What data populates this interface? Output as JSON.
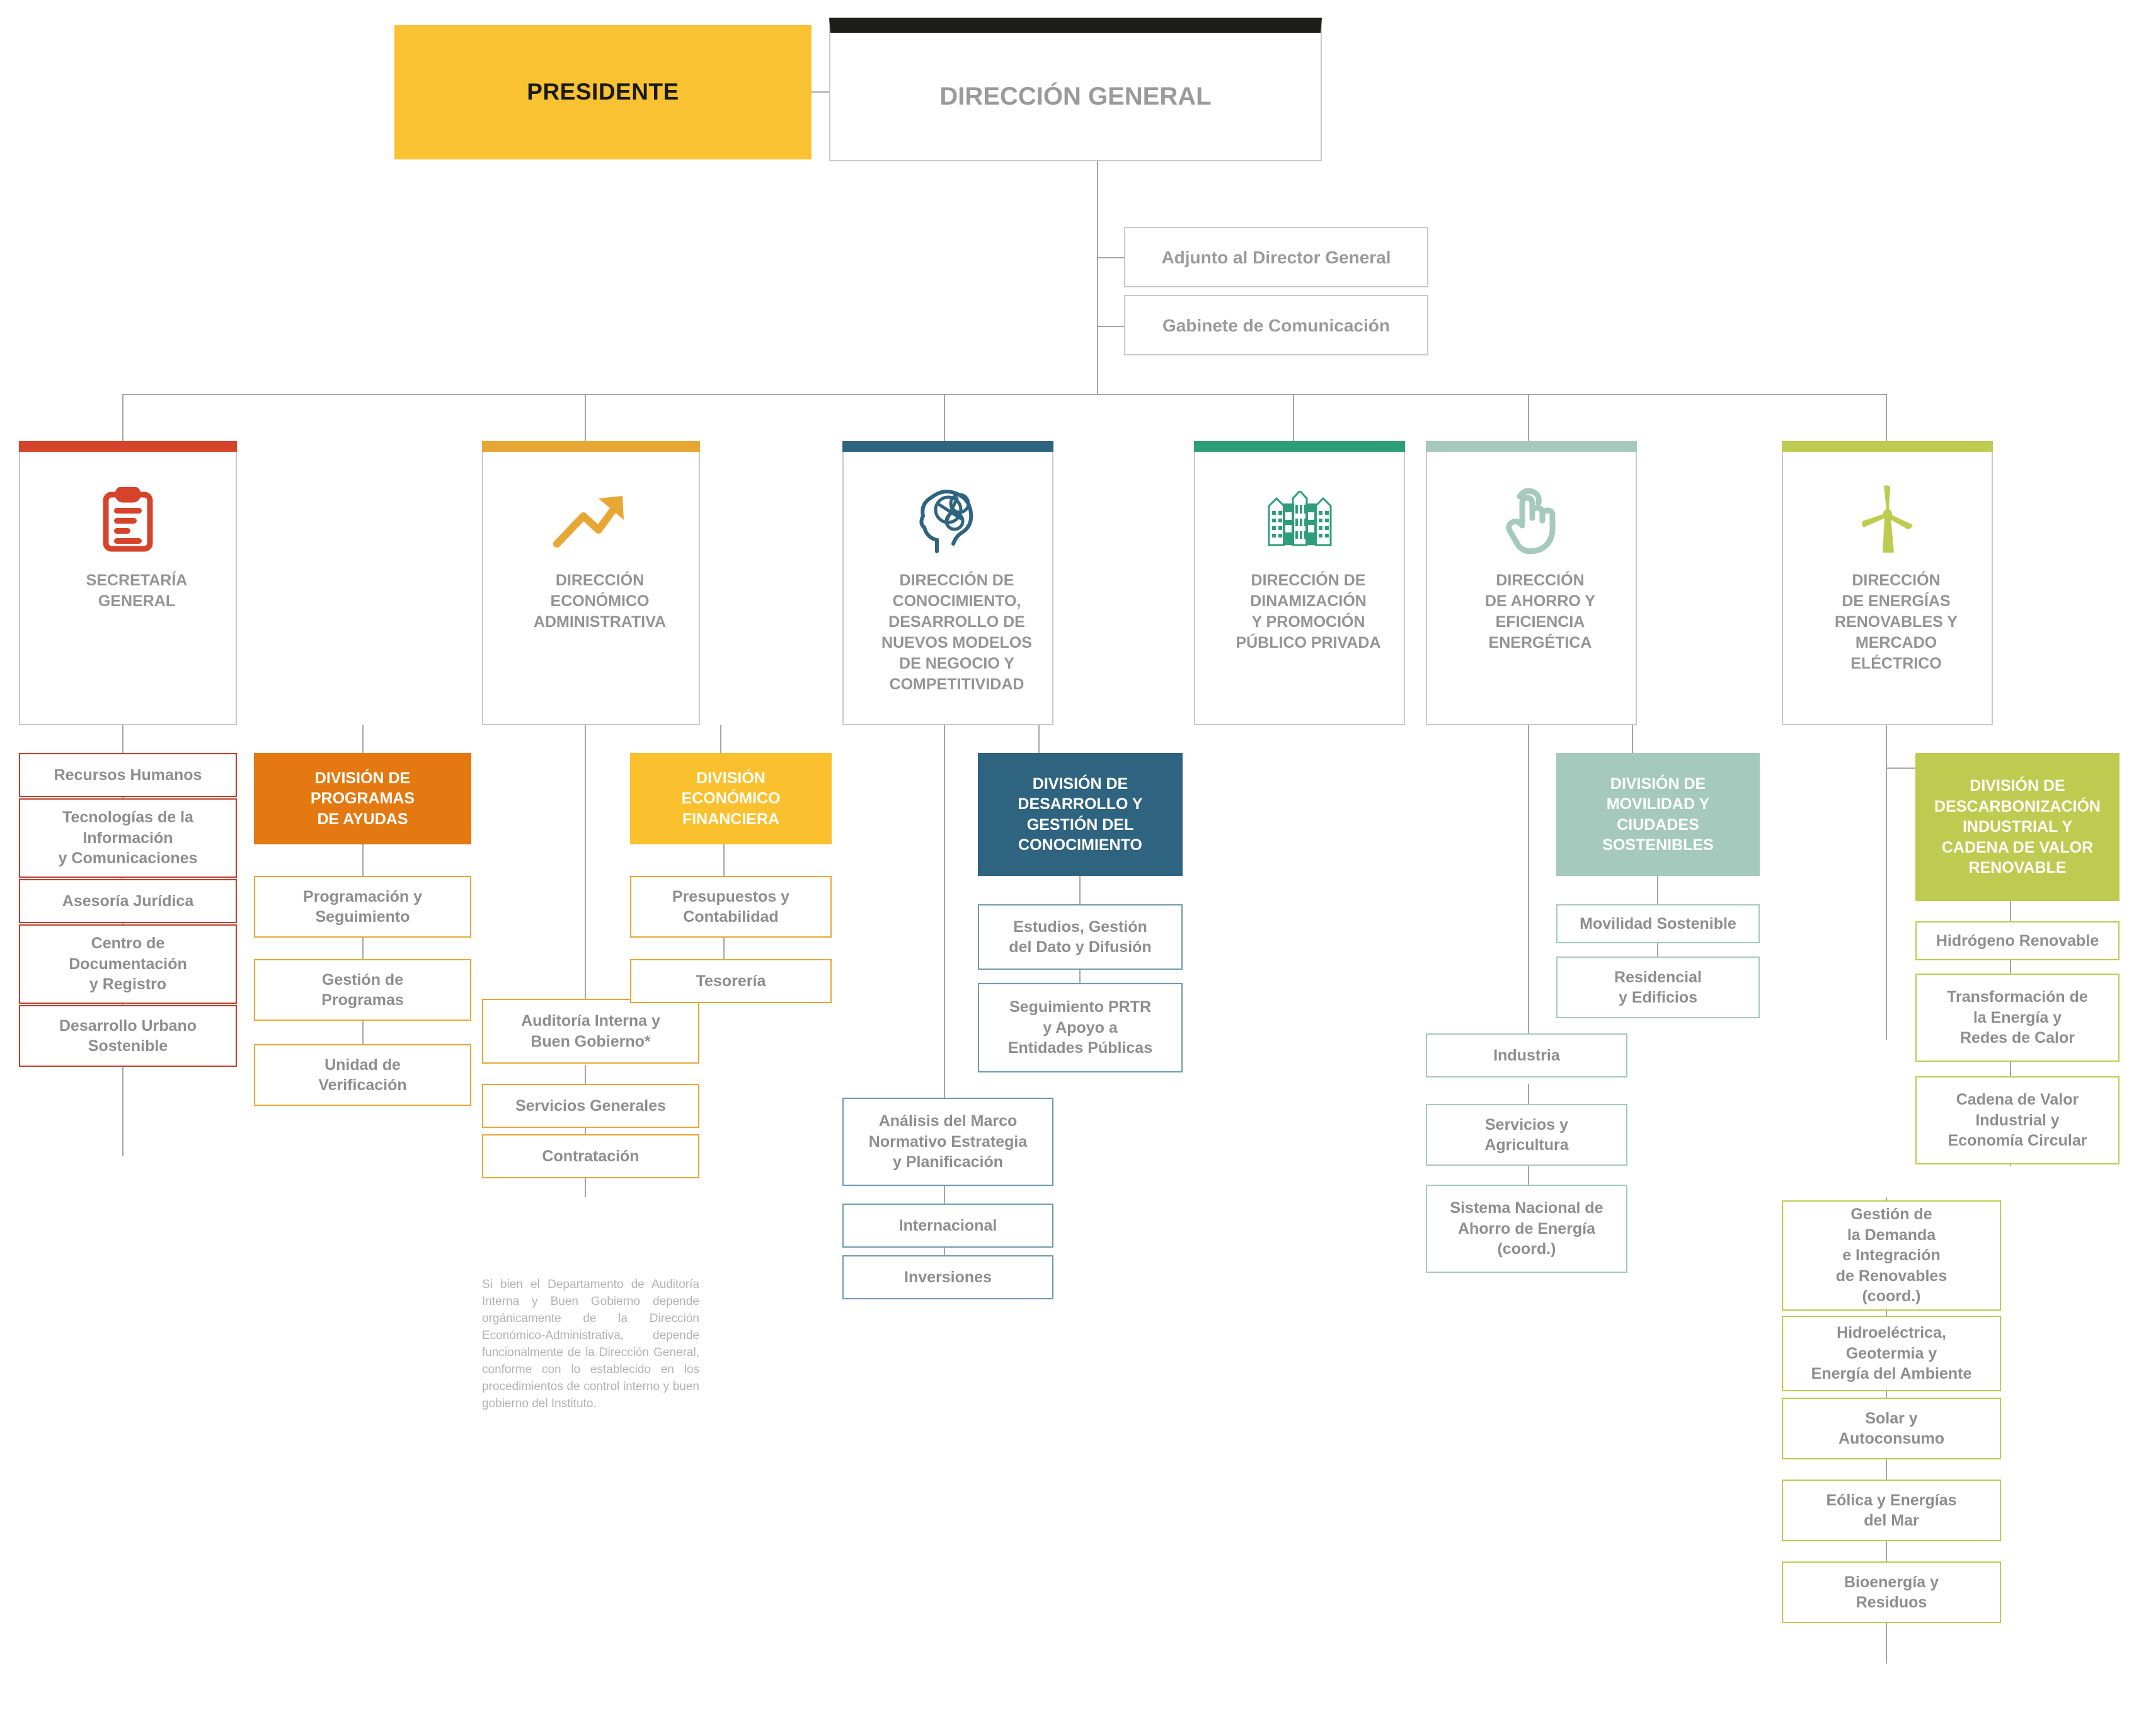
{
  "top": {
    "presidente": "PRESIDENTE",
    "direccion_general": "DIRECCIÓN GENERAL",
    "staff": [
      "Adjunto al Director General",
      "Gabinete de Comunicación"
    ]
  },
  "colors": {
    "presidente_bg": "#F9C232",
    "direccion_general_bar": "#1d1d1b",
    "secretaria_general": "#D6432B",
    "economico_administrativa": "#E8A735",
    "conocimiento": "#2F6480",
    "dinamizacion": "#2E9E79",
    "ahorro_eficiencia": "#A5C9BD",
    "energias_renovables": "#BDCC51",
    "division_ayudas": "#E47911",
    "division_economico_financiera": "#FBC02D",
    "division_conocimiento": "#2F6480",
    "division_movilidad": "#A5C9BD",
    "division_descarbonizacion": "#BDCC51",
    "connector": "#a6a6a6",
    "text_gray": "#8e8e8e"
  },
  "columns": [
    {
      "id": "secretaria-general",
      "title": "SECRETARÍA\nGENERAL",
      "icon": "clipboard-icon",
      "accent": "#D6432B",
      "children": [
        "Recursos Humanos",
        "Tecnologías de la\nInformación\ny Comunicaciones",
        "Asesoría Jurídica",
        "Centro de\nDocumentación\ny Registro",
        "Desarrollo Urbano\nSostenible"
      ]
    },
    {
      "id": "direccion-economico-administrativa",
      "title": "DIRECCIÓN\nECONÓMICO\nADMINISTRATIVA",
      "icon": "growth-arrow-icon",
      "accent": "#E8A735",
      "children": [
        "Auditoría Interna y\nBuen Gobierno*",
        "Servicios Generales",
        "Contratación"
      ]
    },
    {
      "id": "direccion-conocimiento",
      "title": "DIRECCIÓN DE\nCONOCIMIENTO,\nDESARROLLO DE\nNUEVOS MODELOS\nDE NEGOCIO Y\nCOMPETITIVIDAD",
      "icon": "brain-head-icon",
      "accent": "#2F6480",
      "children": [
        "Análisis del Marco\nNormativo Estrategia\ny Planificación",
        "Internacional",
        "Inversiones"
      ]
    },
    {
      "id": "direccion-dinamizacion",
      "title": "DIRECCIÓN DE\nDINAMIZACIÓN\nY PROMOCIÓN\nPÚBLICO PRIVADA",
      "icon": "buildings-icon",
      "accent": "#2E9E79",
      "children": []
    },
    {
      "id": "direccion-ahorro-eficiencia",
      "title": "DIRECCIÓN\nDE AHORRO Y\nEFICIENCIA\nENERGÉTICA",
      "icon": "hand-click-icon",
      "accent": "#A5C9BD",
      "children": [
        "Industria",
        "Servicios y\nAgricultura",
        "Sistema Nacional de\nAhorro de Energía\n(coord.)"
      ]
    },
    {
      "id": "direccion-energias-renovables",
      "title": "DIRECCIÓN\nDE ENERGÍAS\nRENOVABLES Y\nMERCADO\nELÉCTRICO",
      "icon": "wind-turbine-icon",
      "accent": "#BDCC51",
      "children": [
        "Gestión de\nla Demanda\ne Integración\nde Renovables\n(coord.)",
        "Hidroeléctrica,\nGeotermia y\nEnergía del Ambiente",
        "Solar y\nAutoconsumo",
        "Eólica y Energías\ndel Mar",
        "Bioenergía y\nResiduos"
      ]
    }
  ],
  "divisions": [
    {
      "id": "division-programas-ayudas",
      "title": "DIVISIÓN DE\nPROGRAMAS\nDE AYUDAS",
      "bg": "#E47911",
      "border": "#E8A735",
      "children": [
        "Programación y\nSeguimiento",
        "Gestión de\nProgramas",
        "Unidad de\nVerificación"
      ]
    },
    {
      "id": "division-economico-financiera",
      "title": "DIVISIÓN\nECONÓMICO\nFINANCIERA",
      "bg": "#FBC02D",
      "border": "#E8A735",
      "children": [
        "Presupuestos y\nContabilidad",
        "Tesorería"
      ]
    },
    {
      "id": "division-desarrollo-gestion-conocimiento",
      "title": "DIVISIÓN DE\nDESARROLLO Y\nGESTIÓN DEL\nCONOCIMIENTO",
      "bg": "#2F6480",
      "border": "#6f9aad",
      "children": [
        "Estudios, Gestión\ndel Dato y Difusión",
        "Seguimiento PRTR\ny Apoyo a\nEntidades Públicas"
      ]
    },
    {
      "id": "division-movilidad-ciudades-sostenibles",
      "title": "DIVISIÓN DE\nMOVILIDAD Y\nCIUDADES\nSOSTENIBLES",
      "bg": "#A5C9BD",
      "border": "#A5C9BD",
      "children": [
        "Movilidad Sostenible",
        "Residencial\ny Edificios"
      ]
    },
    {
      "id": "division-descarbonizacion",
      "title": "DIVISIÓN DE\nDESCARBONIZACIÓN\nINDUSTRIAL Y\nCADENA DE VALOR\nRENOVABLE",
      "bg": "#BDCC51",
      "border": "#BDCC51",
      "children": [
        "Hidrógeno Renovable",
        "Transformación de\nla Energía y\nRedes de Calor",
        "Cadena de Valor\nIndustrial y\nEconomía Circular"
      ]
    }
  ],
  "footnote": "Si bien el Departamento de Auditoría Interna y Buen Gobierno depende orgánicamente de la Dirección Económico-Administrativa, depende funcionalmente de la Dirección General, conforme con lo establecido en los procedimientos de control interno y buen gobierno del Instituto."
}
